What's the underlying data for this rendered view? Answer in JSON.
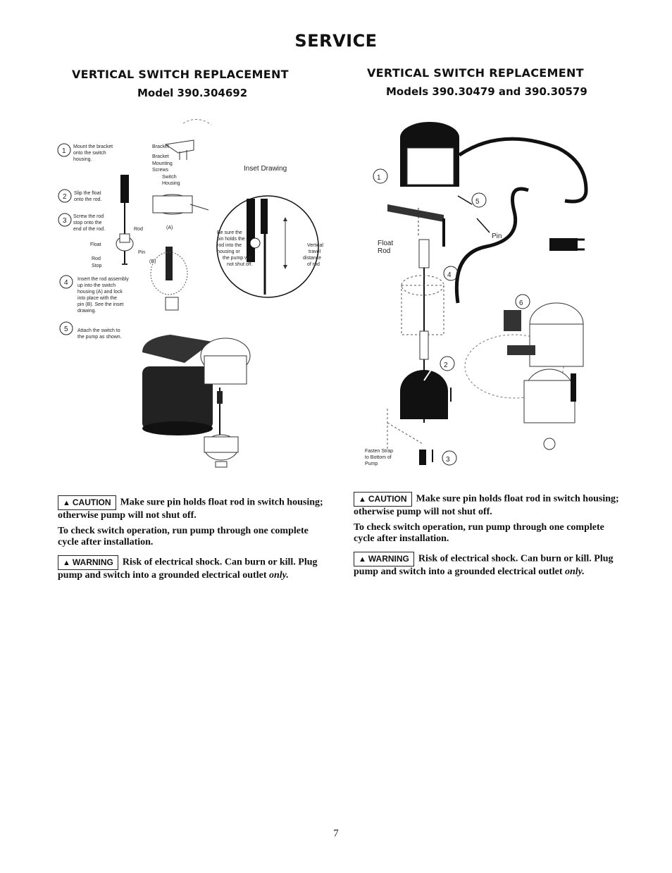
{
  "page_title": "SERVICE",
  "left": {
    "heading": "VERTICAL SWITCH REPLACEMENT",
    "model": "Model 390.304692",
    "diagram": {
      "bracket": "Bracket",
      "bracket2": "Bracket",
      "mounting": "Mounting",
      "screws": "Screws",
      "switch": "Switch",
      "housing": "Housing",
      "inset_drawing": "Inset Drawing",
      "rod": "Rod",
      "float": "Float",
      "rod2": "Rod",
      "stop": "Stop",
      "pin": "Pin",
      "a": "(A)",
      "b": "(B)",
      "step1_num": "1",
      "step1": [
        "Mount the bracket",
        "onto the switch",
        "housing."
      ],
      "step2_num": "2",
      "step2": [
        "Slip the float",
        "onto the rod."
      ],
      "step3_num": "3",
      "step3": [
        "Screw the rod",
        "stop onto the",
        "end of the rod."
      ],
      "step4_num": "4",
      "step4": [
        "Insert the rod assembly",
        "up into the switch",
        "housing (A) and lock",
        "into place with the",
        "pin (B). See the inset",
        "drawing."
      ],
      "step5_num": "5",
      "step5": [
        "Attach the switch to",
        "the pump as shown."
      ],
      "inset_note": [
        "Be sure the",
        "pin holds the",
        "rod into the",
        "housing or",
        "the pump will",
        "not shut off."
      ],
      "vertical": [
        "Vertical",
        "travel",
        "distance",
        "of rod"
      ]
    },
    "caution_label": "CAUTION",
    "caution_text": "Make sure pin holds float rod in switch housing; otherwise pump will not shut off.",
    "check_text": "To check switch operation, run pump through one complete cycle after installation.",
    "warning_label": "WARNING",
    "warning_text": "Risk of electrical shock. Can burn or kill. Plug pump and switch into a grounded electrical outlet",
    "warning_only": "only."
  },
  "right": {
    "heading": "VERTICAL SWITCH REPLACEMENT",
    "model": "Models 390.30479 and 390.30579",
    "diagram": {
      "n1": "1",
      "n2": "2",
      "n3": "3",
      "n4": "4",
      "n5": "5",
      "n6": "6",
      "pin": "Pin",
      "float": "Float",
      "rod": "Rod",
      "fasten": [
        "Fasten Strap",
        "to Bottom of",
        "Pump"
      ]
    },
    "caution_label": "CAUTION",
    "caution_text": "Make sure pin holds float rod in switch housing; otherwise pump will not shut off.",
    "check_text": "To check switch operation, run pump through one complete cycle after installation.",
    "warning_label": "WARNING",
    "warning_text": "Risk of electrical shock. Can burn or kill. Plug pump and switch into a grounded electrical outlet",
    "warning_only": "only."
  },
  "page_number": "7"
}
